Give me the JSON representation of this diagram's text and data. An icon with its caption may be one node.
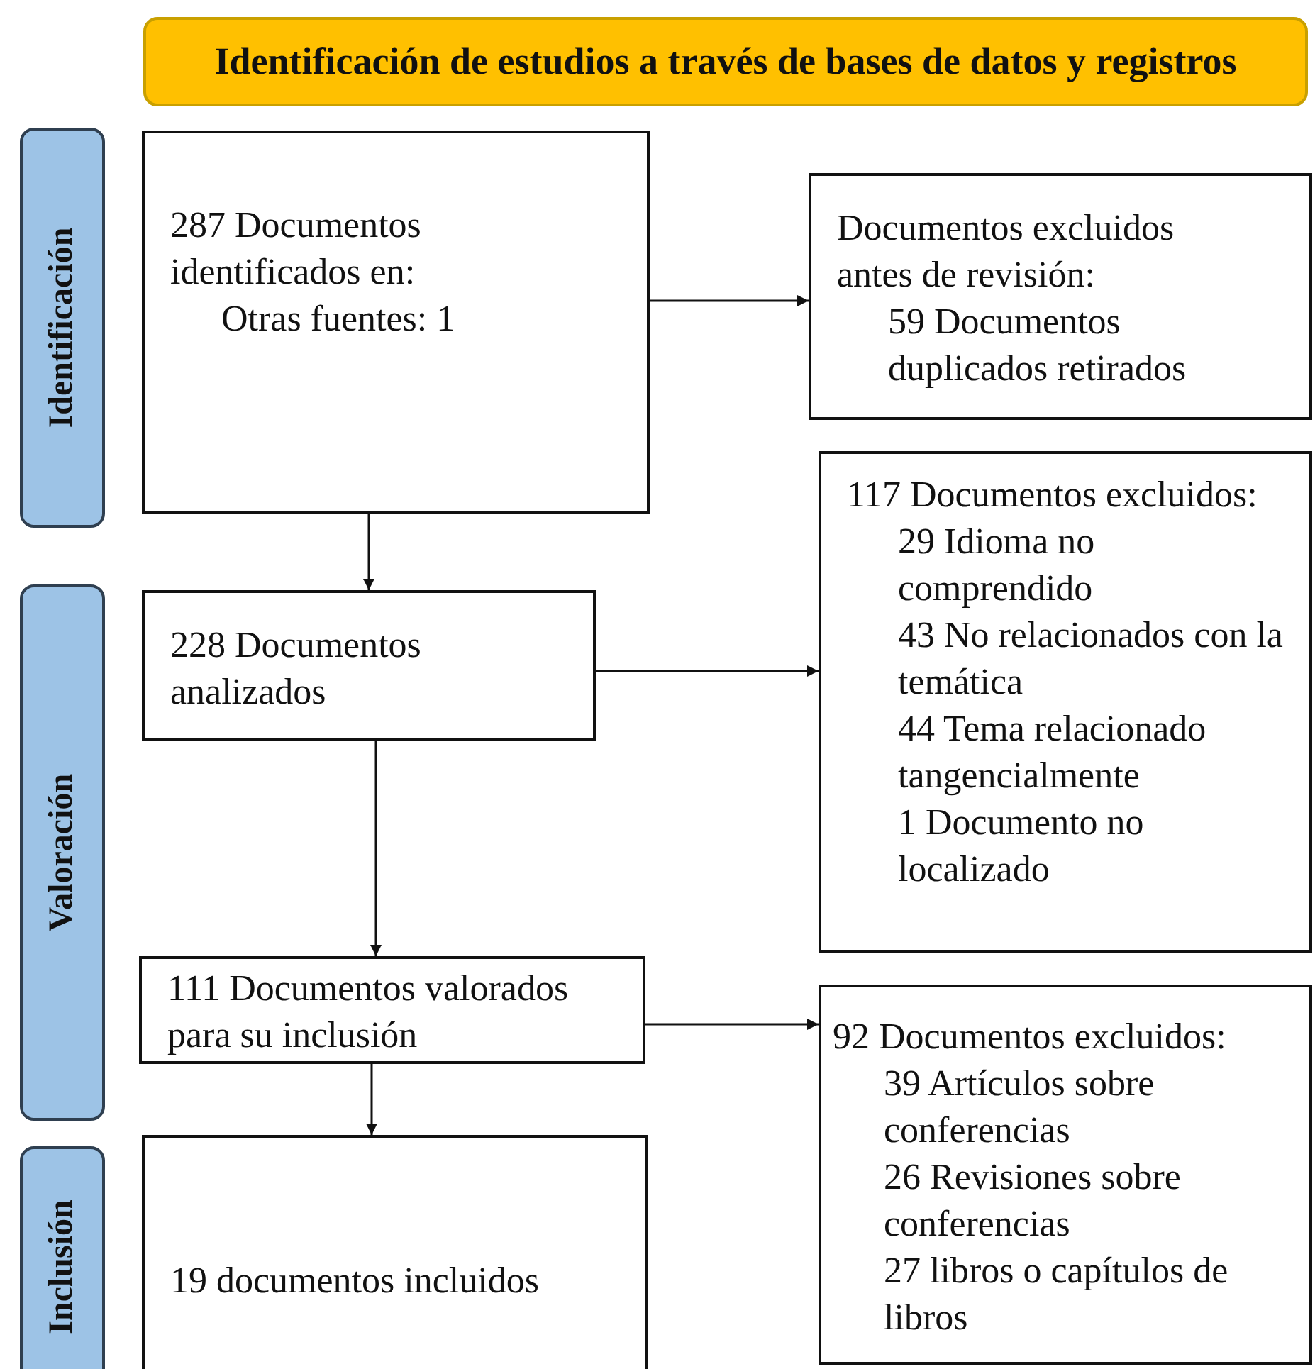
{
  "diagram": {
    "nodes": [
      {
        "text": [
          "Identificación de estudios a través de bases de datos y registros"
        ]
      },
      {
        "text": [
          "Identificación"
        ]
      },
      {
        "text": [
          "287 Documentos identificados en:",
          "Otras fuentes: 1"
        ]
      },
      {
        "text": [
          "Documentos excluidos antes de revisión:",
          "59 Documentos duplicados retirados"
        ]
      },
      {
        "text": [
          "Valoración"
        ]
      },
      {
        "text": [
          "228 Documentos analizados"
        ]
      },
      {
        "text": [
          "117 Documentos excluidos:",
          "29 Idioma no comprendido",
          "43 No relacionados con la temática",
          "44 Tema relacionado tangencialmente",
          "1 Documento no localizado"
        ]
      },
      {
        "text": [
          "111 Documentos valorados para su inclusión"
        ]
      },
      {
        "text": [
          "92 Documentos excluidos:",
          "39 Artículos sobre conferencias",
          "26 Revisiones sobre conferencias",
          "27 libros o capítulos de libros"
        ]
      },
      {
        "text": [
          "Inclusión"
        ]
      },
      {
        "text": [
          "19 documentos incluidos"
        ]
      }
    ],
    "edges": [
      {
        "from": 2,
        "to": 3,
        "arrow": "to"
      },
      {
        "from": 2,
        "to": 5,
        "arrow": "to"
      },
      {
        "from": 5,
        "to": 6,
        "arrow": "to"
      },
      {
        "from": 5,
        "to": 7,
        "arrow": "to"
      },
      {
        "from": 7,
        "to": 8,
        "arrow": "to"
      },
      {
        "from": 7,
        "to": 10,
        "arrow": "to"
      }
    ]
  }
}
